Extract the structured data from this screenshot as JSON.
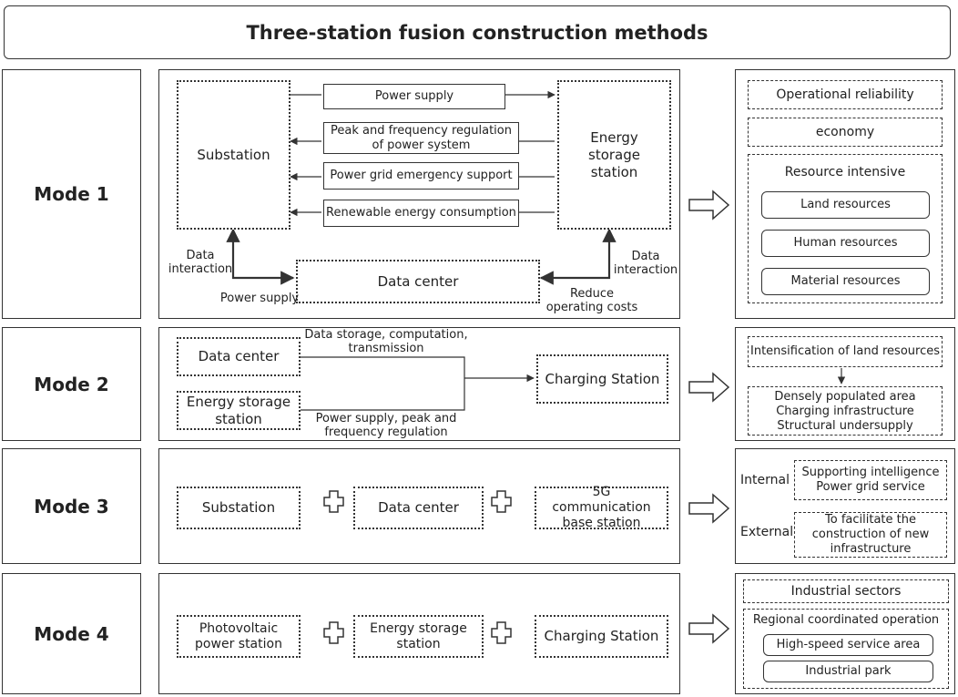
{
  "title": "Three-station fusion construction methods",
  "modes": [
    "Mode 1",
    "Mode 2",
    "Mode 3",
    "Mode 4"
  ],
  "mode1": {
    "substation": "Substation",
    "energy_storage": "Energy storage station",
    "functions": [
      "Power supply",
      "Peak and frequency regulation of power system",
      "Power grid emergency support",
      "Renewable energy consumption"
    ],
    "data_center": "Data center",
    "left_data_interaction": "Data interaction",
    "right_data_interaction": "Data interaction",
    "power_supply_label": "Power supply",
    "reduce_costs": "Reduce operating costs",
    "benefits": {
      "reliability": "Operational reliability",
      "economy": "economy",
      "resource_title": "Resource intensive",
      "resources": [
        "Land resources",
        "Human resources",
        "Material resources"
      ]
    }
  },
  "mode2": {
    "data_center": "Data center",
    "energy_storage": "Energy storage station",
    "charging": "Charging Station",
    "top_label": "Data storage, computation, transmission",
    "bottom_label": "Power supply, peak and frequency regulation",
    "benefits": {
      "top": "Intensification of land resources",
      "bottom": [
        "Densely populated area",
        "Charging infrastructure",
        "Structural undersupply"
      ]
    }
  },
  "mode3": {
    "items": [
      "Substation",
      "Data center",
      "5G communication base station"
    ],
    "benefits": {
      "internal_label": "Internal",
      "internal_text": "Supporting intelligence Power grid service",
      "external_label": "External",
      "external_text": "To facilitate the construction of new infrastructure"
    }
  },
  "mode4": {
    "items": [
      "Photovoltaic power station",
      "Energy storage station",
      "Charging Station"
    ],
    "benefits": {
      "sectors": "Industrial sectors",
      "regional_title": "Regional coordinated operation",
      "areas": [
        "High-speed service area",
        "Industrial park"
      ]
    }
  }
}
